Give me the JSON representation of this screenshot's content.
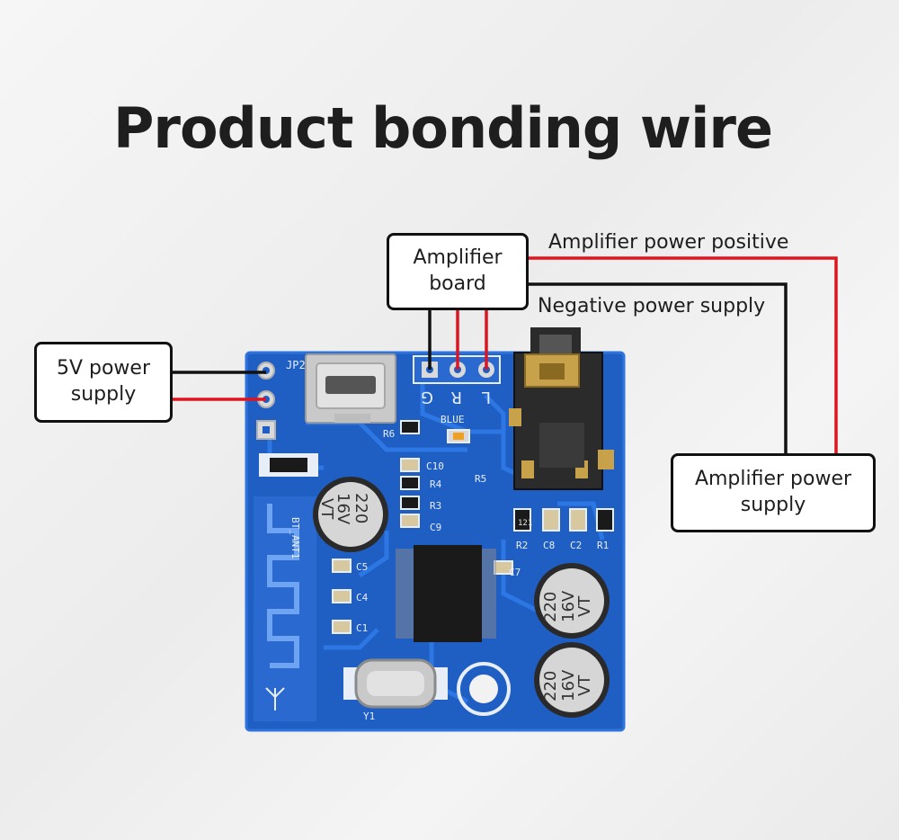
{
  "title": "Product bonding wire",
  "labels": {
    "amplifier_board": "Amplifier\nboard",
    "amplifier_power_positive": "Amplifier power positive",
    "negative_power_supply": "Negative power supply",
    "five_v_power_supply": "5V power\nsupply",
    "amplifier_power_supply": "Amplifier power\nsupply"
  },
  "pcb": {
    "pin_labels": [
      "G",
      "R",
      "L"
    ],
    "silkscreen": [
      "JP2",
      "BLUE",
      "R6",
      "C10",
      "R4",
      "R5",
      "R3",
      "C9",
      "C5",
      "C4",
      "C1",
      "C7",
      "R2",
      "C8",
      "C2",
      "R1",
      "BT_ANT1",
      "Y1",
      "121"
    ],
    "capacitor_text": [
      "220",
      "16V",
      "VT"
    ]
  },
  "colors": {
    "wire_red": "#e0141e",
    "wire_black": "#111111",
    "pcb_blue": "#1f5fc4"
  }
}
